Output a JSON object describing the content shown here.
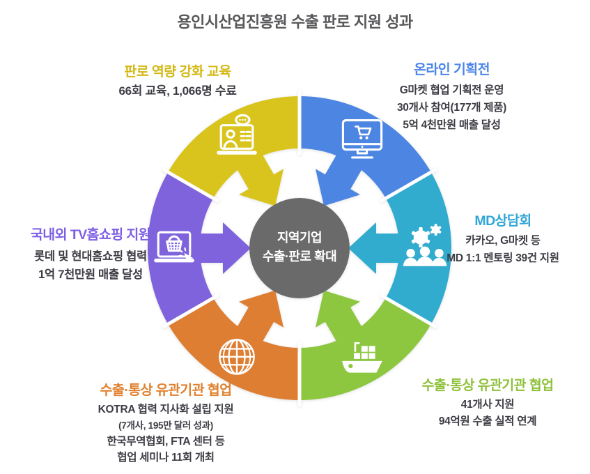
{
  "title": "용인시산업진흥원 수출 판로 지원 성과",
  "center": {
    "line1": "지역기업",
    "line2": "수출·판로 확대",
    "color": "#6a6a6a",
    "text_color": "#ffffff"
  },
  "segments": [
    {
      "id": "online-exhibition",
      "label": "온라인 기획전",
      "label_color": "#4d86e8",
      "fill": "#4d86e2",
      "icon": "monitor-cart",
      "start": -90,
      "end": -30,
      "details": [
        "G마켓 협업 기획전 운영",
        "30개사 참여(177개 제품)",
        "5억 4천만원 매출 달성"
      ]
    },
    {
      "id": "md-meeting",
      "label": "MD상담회",
      "label_color": "#2fa5d8",
      "fill": "#31accf",
      "icon": "people-gear",
      "start": -30,
      "end": 30,
      "details": [
        "카카오, G마켓 등",
        "MD 1:1 멘토링 39건 지원"
      ]
    },
    {
      "id": "export-agency-collab",
      "label": "수출·통상 유관기관 협업",
      "label_color": "#8fc13c",
      "fill": "#8dc63f",
      "icon": "ship",
      "start": 30,
      "end": 90,
      "details": [
        "41개사 지원",
        "94억원 수출 실적 연계"
      ]
    },
    {
      "id": "trade-agency-collab",
      "label": "수출·통상 유관기관 협업",
      "label_color": "#e0812f",
      "fill": "#dd7e33",
      "icon": "globe",
      "start": 90,
      "end": 150,
      "details": [
        "KOTRA 협력 지사화 설립 지원",
        "(7개사, 195만 달러 성과)",
        "한국무역협회, FTA 센터 등",
        "협업 세미나 11회 개최"
      ]
    },
    {
      "id": "tv-homeshopping",
      "label": "국내외 TV홈쇼핑 지원",
      "label_color": "#7d5ee4",
      "fill": "#7e63dd",
      "icon": "laptop-basket",
      "start": 150,
      "end": 210,
      "details": [
        "롯데 및 현대홈쇼핑 협력",
        "1억 7천만원 매출 달성"
      ]
    },
    {
      "id": "education",
      "label": "판로 역량 강화 교육",
      "label_color": "#d4b916",
      "fill": "#d9c41d",
      "icon": "laptop-person",
      "start": 210,
      "end": 270,
      "details": [
        "66회 교육, 1,066명 수료"
      ]
    }
  ]
}
